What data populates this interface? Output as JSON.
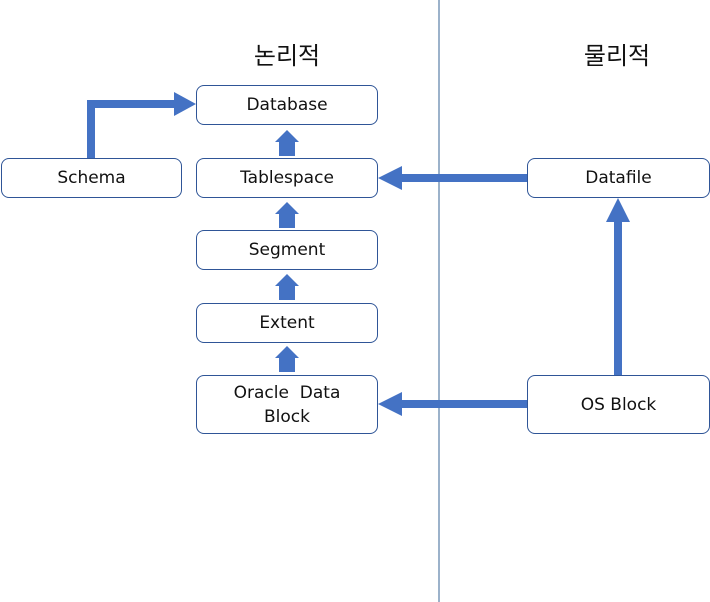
{
  "headings": {
    "logical": "논리적",
    "physical": "물리적"
  },
  "nodes": {
    "database": "Database",
    "schema": "Schema",
    "tablespace": "Tablespace",
    "segment": "Segment",
    "extent": "Extent",
    "oracle_block_line1": "Oracle  Data",
    "oracle_block_line2": "Block",
    "datafile": "Datafile",
    "os_block": "OS Block"
  },
  "colors": {
    "arrow": "#4472c4",
    "divider": "#5b7fa8",
    "box_border": "#2f5597"
  }
}
